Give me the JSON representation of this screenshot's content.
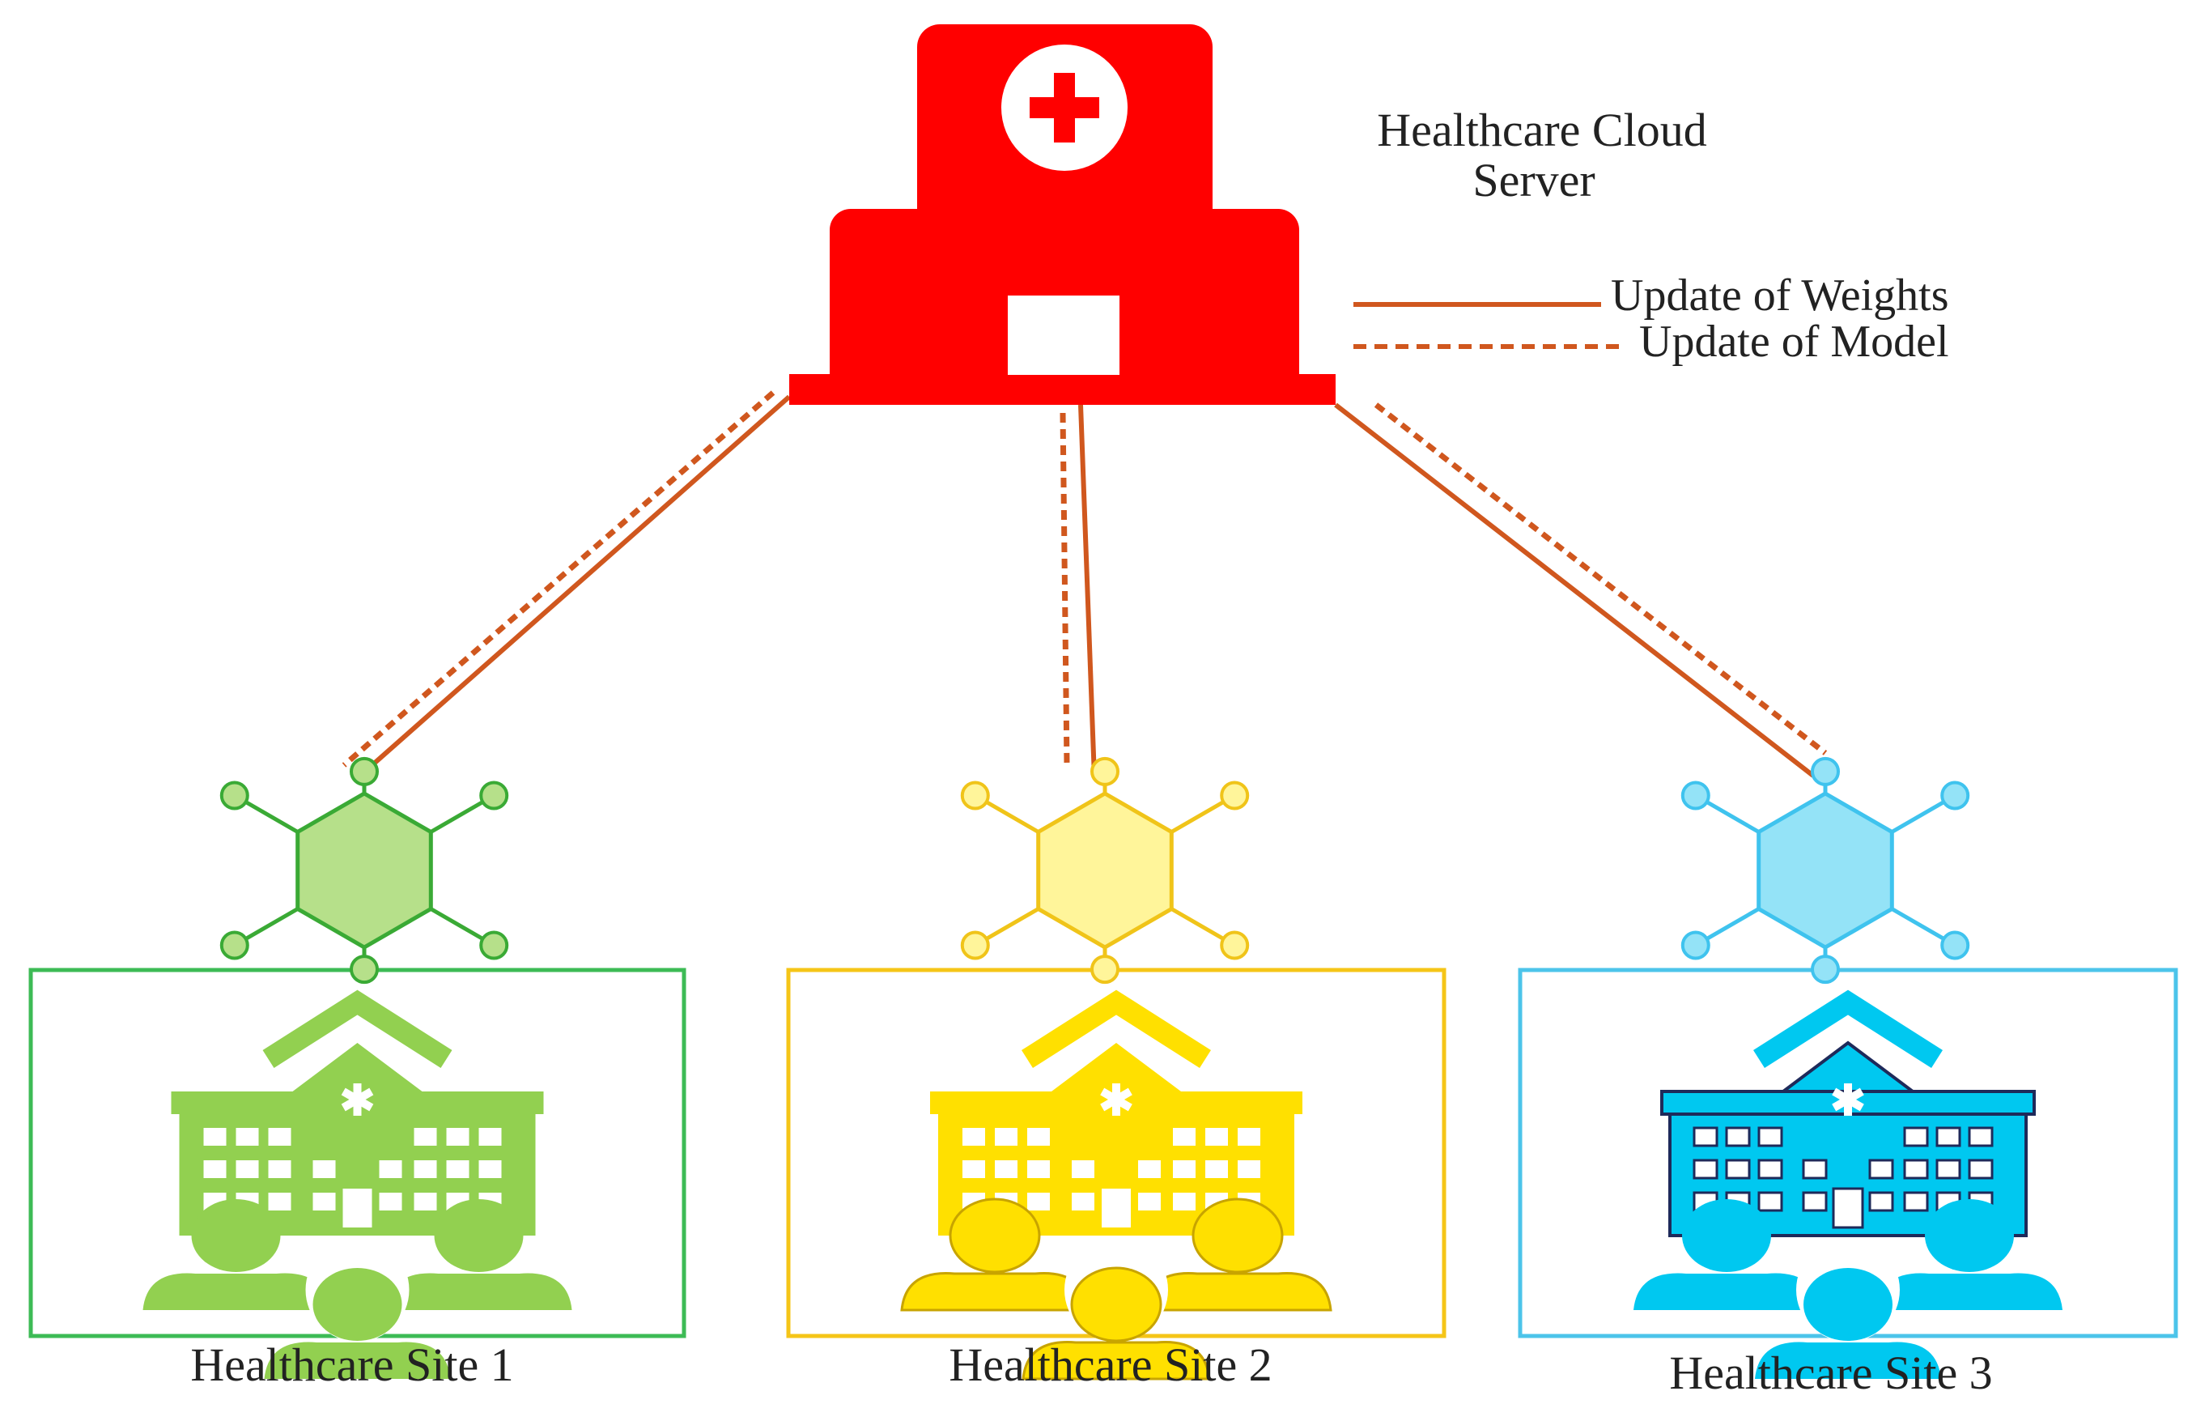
{
  "server": {
    "title_line1": "Healthcare Cloud",
    "title_line2": "Server",
    "color": "#ff0000"
  },
  "legend": {
    "weights_label": "Update of Weights",
    "model_label": "Update of Model",
    "line_color": "#d0571e"
  },
  "sites": [
    {
      "label": "Healthcare Site 1",
      "color": "#92d050",
      "hex_fill": "#b6e08a",
      "hex_stroke": "#3aaa35",
      "border": "#3dbb55",
      "icon_stroke": "#92d050"
    },
    {
      "label": "Healthcare Site 2",
      "color": "#ffe000",
      "hex_fill": "#fff59a",
      "hex_stroke": "#f0c419",
      "border": "#f5c518",
      "icon_stroke": "#c8a400"
    },
    {
      "label": "Healthcare Site 3",
      "color": "#00c8f0",
      "hex_fill": "#94e3f7",
      "hex_stroke": "#3fc3ee",
      "border": "#4cc4ea",
      "icon_stroke": "#1e2a5a"
    }
  ]
}
